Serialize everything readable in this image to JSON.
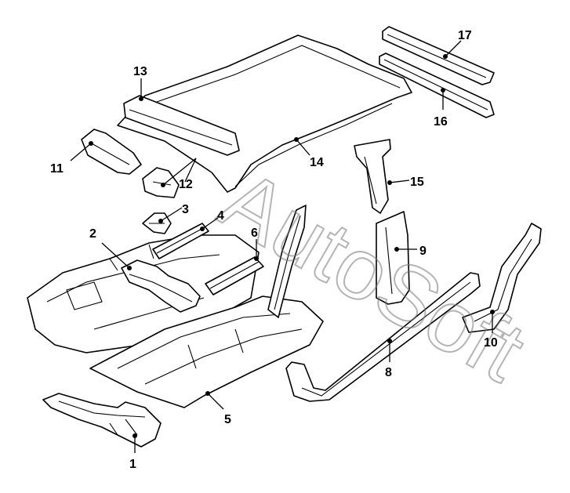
{
  "watermark": "AutoSoft",
  "callouts": [
    "1",
    "2",
    "3",
    "4",
    "5",
    "6",
    "8",
    "9",
    "10",
    "11",
    "12",
    "13",
    "14",
    "15",
    "16",
    "17"
  ]
}
